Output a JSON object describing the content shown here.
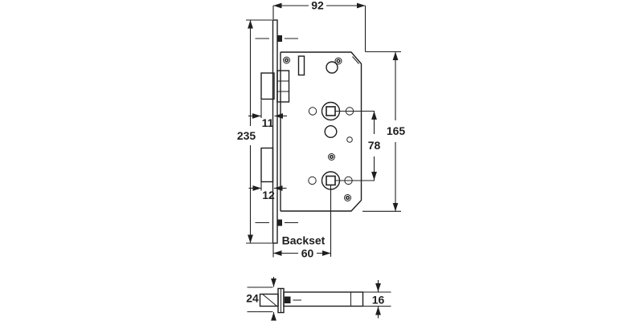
{
  "meta": {
    "line_color": "#1f1f1f",
    "background_color": "#ffffff"
  },
  "front_view": {
    "case_width": "92",
    "faceplate_height": "235",
    "case_height": "165",
    "follower_spacing": "78",
    "latch_protrusion": "11",
    "deadbolt_protrusion": "12",
    "backset_label": "Backset",
    "backset_value": "60"
  },
  "side_view": {
    "faceplate_width": "24",
    "case_thickness": "16"
  }
}
